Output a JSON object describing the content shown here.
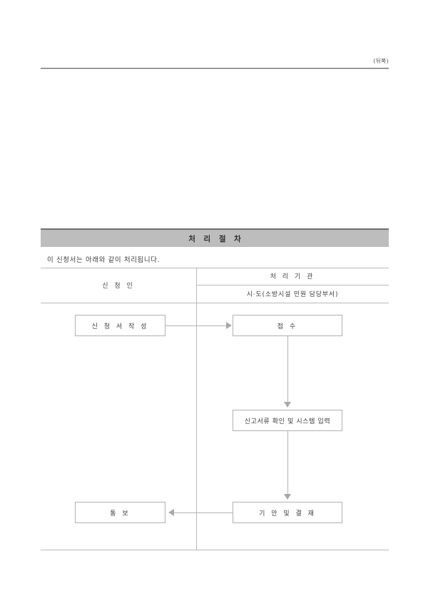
{
  "page": {
    "side_marker": "(뒤쪽)"
  },
  "section": {
    "title": "처 리 절 차",
    "intro": "이 신청서는 아래와 같이 처리됩니다."
  },
  "table": {
    "columns": [
      {
        "key": "applicant",
        "label": "신 청 인"
      },
      {
        "key": "agency",
        "label": "처 리 기 관",
        "sub": "시·도(소방시설 민원 담당부서)"
      }
    ]
  },
  "flow": {
    "nodes": [
      {
        "id": "apply",
        "label": "신 청 서  작 성",
        "column": "applicant"
      },
      {
        "id": "receive",
        "label": "접 수",
        "column": "agency"
      },
      {
        "id": "check",
        "label": "신고서류 확인 및 시스템 입력",
        "column": "agency"
      },
      {
        "id": "draft",
        "label": "기 안  및  결 재",
        "column": "agency"
      },
      {
        "id": "notify",
        "label": "통  보",
        "column": "applicant"
      }
    ],
    "edges": [
      {
        "from": "apply",
        "to": "receive",
        "direction": "right"
      },
      {
        "from": "receive",
        "to": "check",
        "direction": "down"
      },
      {
        "from": "check",
        "to": "draft",
        "direction": "down"
      },
      {
        "from": "draft",
        "to": "notify",
        "direction": "left"
      }
    ]
  },
  "colors": {
    "section_bar": "#bdbdbd",
    "rule_dark": "#6b6b6b",
    "rule_light": "#b9b9b9",
    "connector": "#b3b3b3",
    "text": "#3a3a3a"
  }
}
